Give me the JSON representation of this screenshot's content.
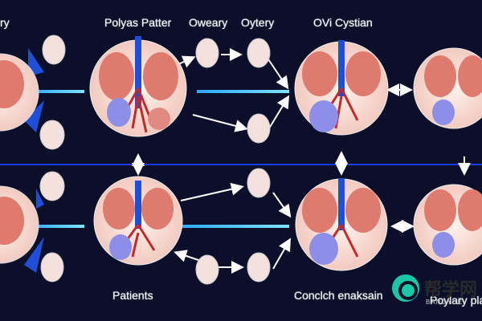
{
  "labels": {
    "top_left_fragment": "ry",
    "polyas_pattern": "Polyas Patter",
    "oweary": "Oweary",
    "oytery": "Oytery",
    "ovi_cystian": "OVi Cystian",
    "patients": "Patients",
    "conclusion": "Conclch enaksain",
    "poylary": "Poylary pla"
  },
  "watermark": {
    "brand": "帮学网",
    "subtitle": "BANGYUE"
  },
  "colors": {
    "background": "#0b0f2a",
    "organ_fill": "#f4d8d0",
    "vessel_red": "#c62828",
    "vessel_blue": "#1f4fd8",
    "arrow_white": "#ffffff",
    "arrow_cyan": "#36c0ff"
  }
}
